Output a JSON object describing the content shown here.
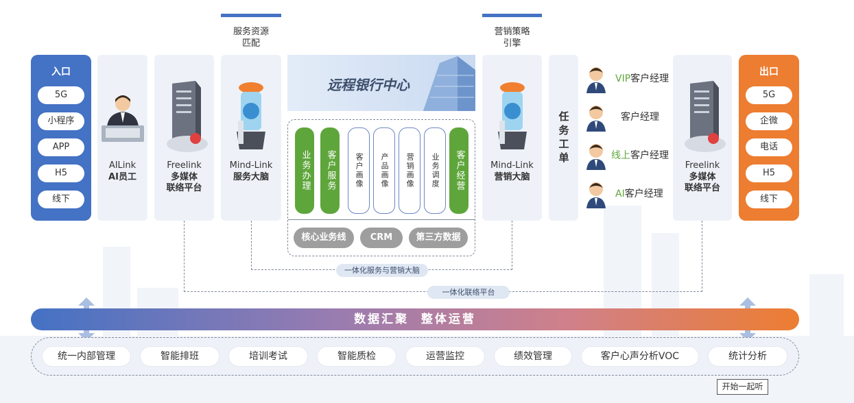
{
  "entry": {
    "title": "入口",
    "items": [
      "5G",
      "小程序",
      "APP",
      "H5",
      "线下"
    ]
  },
  "ailink": {
    "line1": "AILink",
    "line2": "AI员工"
  },
  "freelink_left": {
    "line1": "Freelink",
    "line2": "多媒体",
    "line3": "联络平台"
  },
  "mind_service": {
    "line1": "Mind-Link",
    "line2": "服务大脑"
  },
  "tag_service": {
    "line1": "服务资源",
    "line2": "匹配"
  },
  "center": {
    "banner": "远程银行中心",
    "columns": [
      {
        "text": "业务办理",
        "style": "green"
      },
      {
        "text": "客户服务",
        "style": "green"
      },
      {
        "text": "客户画像",
        "style": "outline"
      },
      {
        "text": "产品画像",
        "style": "outline"
      },
      {
        "text": "营销画像",
        "style": "outline"
      },
      {
        "text": "业务调度",
        "style": "outline"
      },
      {
        "text": "客户经营",
        "style": "green"
      }
    ],
    "bottom_pills": [
      "核心业务线",
      "CRM",
      "第三方数据"
    ]
  },
  "tag_marketing": {
    "line1": "营销策略",
    "line2": "引擎"
  },
  "mind_marketing": {
    "line1": "Mind-Link",
    "line2": "营销大脑"
  },
  "task": {
    "text": "任务工单"
  },
  "managers": [
    {
      "prefix": "VIP",
      "text": "客户经理"
    },
    {
      "prefix": "",
      "text": "客户经理"
    },
    {
      "prefix": "线上",
      "text": "客户经理"
    },
    {
      "prefix": "AI",
      "text": "客户经理"
    }
  ],
  "freelink_right": {
    "line1": "Freelink",
    "line2": "多媒体",
    "line3": "联络平台"
  },
  "exit": {
    "title": "出口",
    "items": [
      "5G",
      "企微",
      "电话",
      "H5",
      "线下"
    ]
  },
  "conn_brain": "一体化服务与营销大脑",
  "conn_platform": "一体化联络平台",
  "bar": {
    "text": "数据汇聚  整体运营"
  },
  "bottom_items": [
    "统一内部管理",
    "智能排班",
    "培训考试",
    "智能质检",
    "运营监控",
    "绩效管理",
    "客户心声分析VOC",
    "统计分析"
  ],
  "corner_label": "开始一起听",
  "colors": {
    "blue": "#4472c4",
    "orange": "#ed7d31",
    "green": "#5ea63b",
    "panel": "#eef2f8"
  }
}
